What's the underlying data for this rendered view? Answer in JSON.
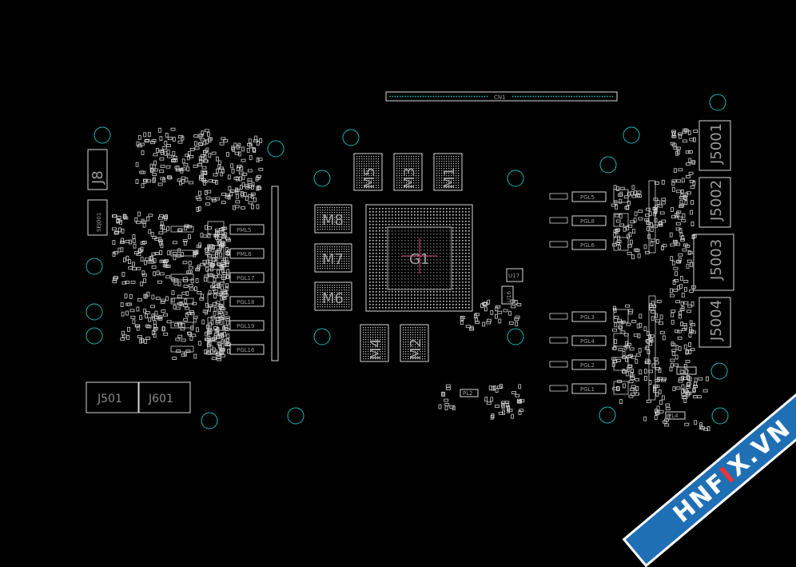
{
  "connector": {
    "label": "CN1"
  },
  "gpu": {
    "label": "G1"
  },
  "memory": [
    "M5",
    "M3",
    "M1",
    "M8",
    "M7",
    "M6",
    "M4",
    "M2"
  ],
  "left_connectors": {
    "j8": "J8",
    "sej": "SEJ001"
  },
  "bottom_connectors": [
    "J501",
    "J601"
  ],
  "right_ports": [
    "J5001",
    "J5002",
    "J5003",
    "J5004"
  ],
  "left_inductors": [
    "PML5",
    "PML6",
    "PGL17",
    "PGL18",
    "PGL19",
    "PGL16"
  ],
  "right_inductors_top": [
    "PGL5",
    "PGL8",
    "PGL6"
  ],
  "right_inductors_bottom": [
    "PGL3",
    "PGL4",
    "PGL2",
    "PGL1"
  ],
  "misc_labels": {
    "u17": "U17",
    "u16": "U16",
    "l2": "PL2",
    "l4": "PL4",
    "l5": "PL5"
  },
  "colors": {
    "outline": "#d8d8d8",
    "hole": "#19b6b6",
    "label": "#9a9a9a",
    "watermark": "#1f6fb5"
  },
  "watermark": {
    "text_a": "HNF",
    "text_x": "I",
    "text_b": "X.VN"
  }
}
